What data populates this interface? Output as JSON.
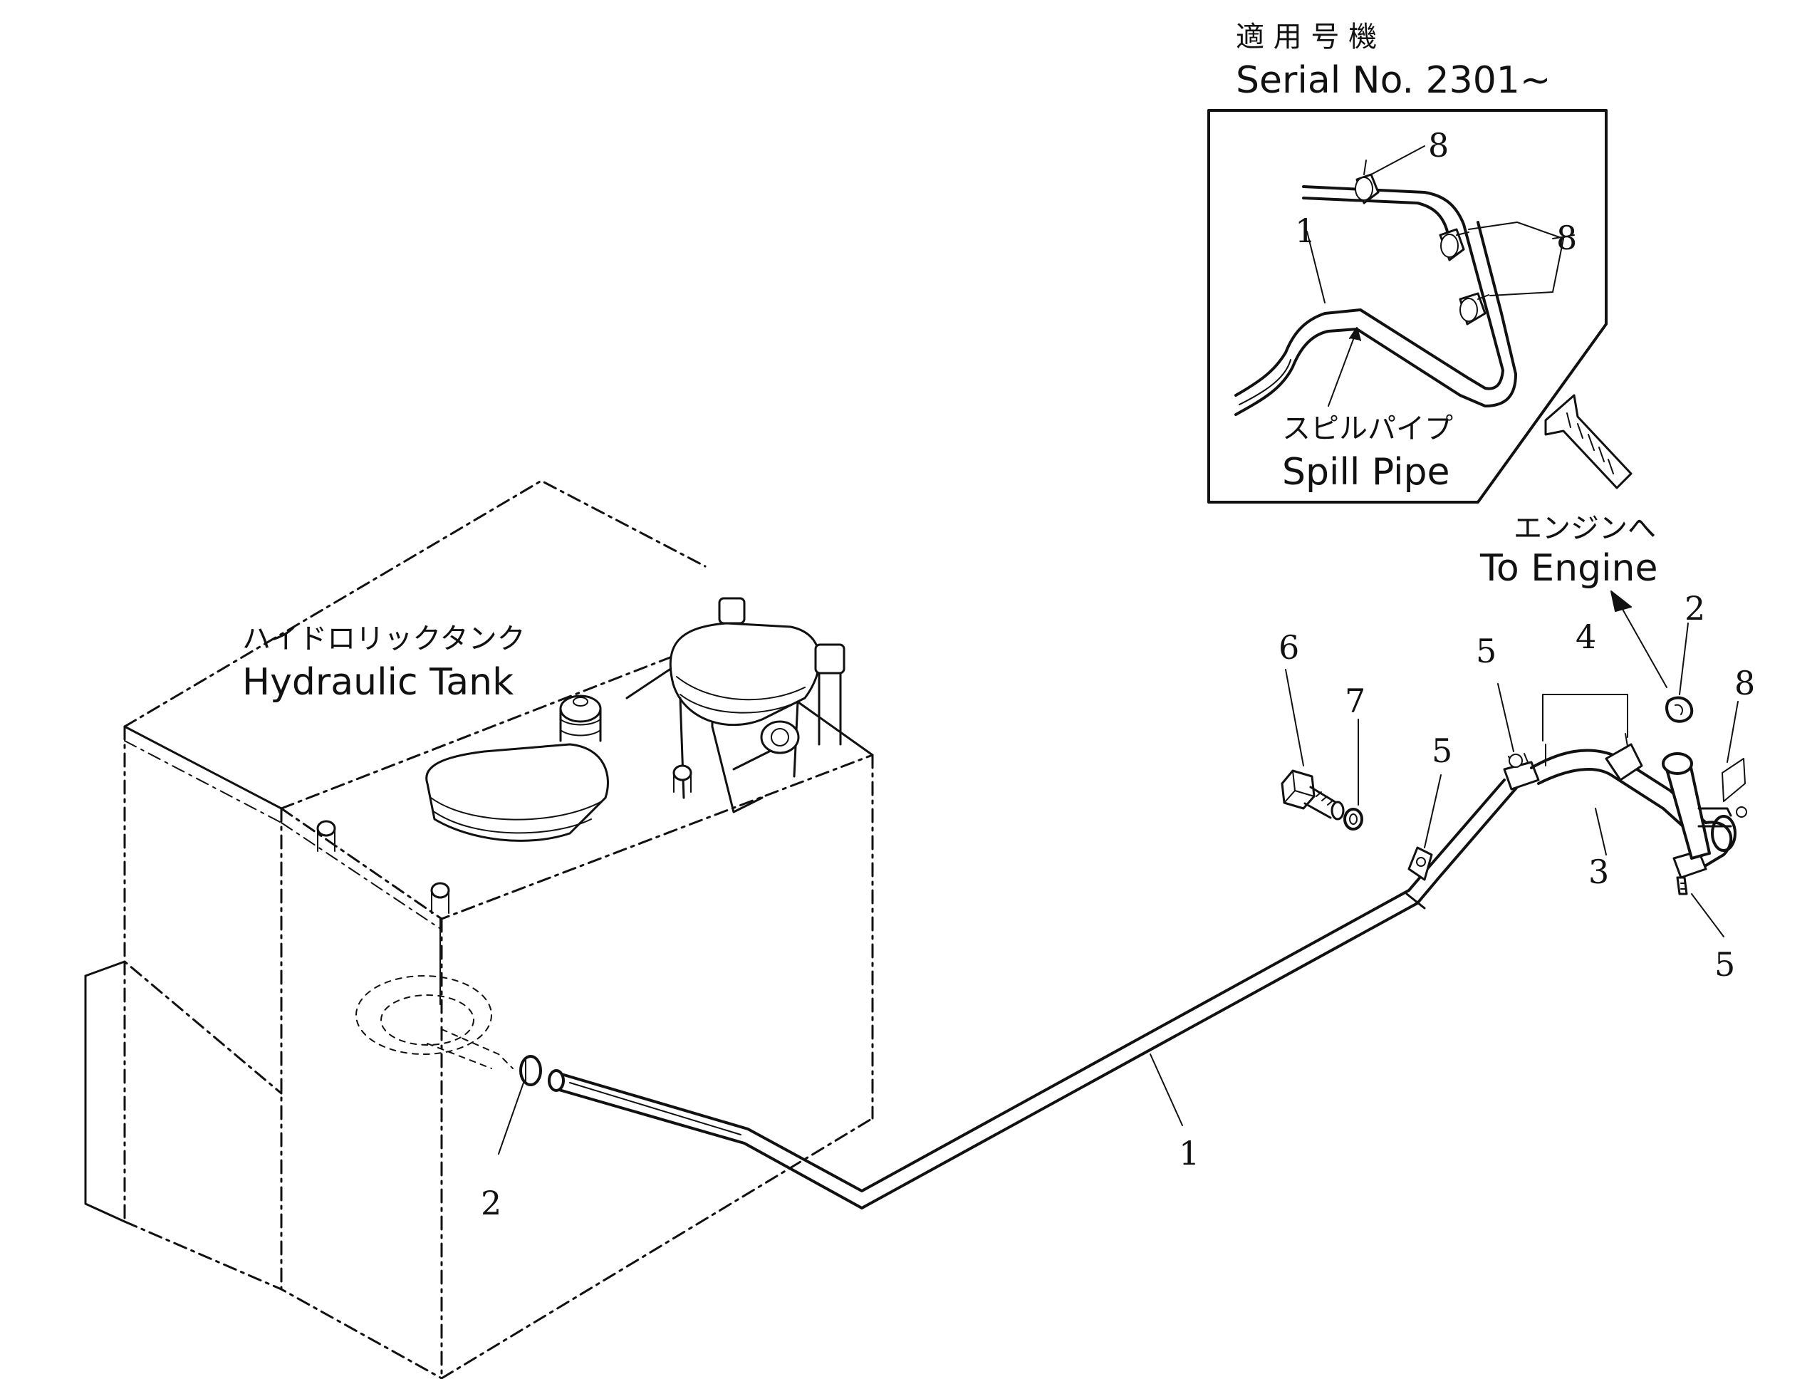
{
  "labels": {
    "tank_jp": "ハイドロリックタンク",
    "tank_en": "Hydraulic Tank",
    "serial_jp": "適 用 号 機",
    "serial_en": "Serial No. 2301~",
    "spill_jp": "スピルパイプ",
    "spill_en": "Spill Pipe",
    "engine_jp": "エンジンへ",
    "engine_en": "To Engine"
  },
  "callouts": {
    "pipe_main": "1",
    "clamp_tank": "2",
    "clamp_top": "2",
    "hose": "3",
    "bracket": "4",
    "clip_mid": "5",
    "clip_top": "5",
    "clip_right": "5",
    "bolt": "6",
    "washer": "7",
    "clip_far_right": "8",
    "inset_pipe": "1",
    "inset_clip_top": "8",
    "inset_clip_pair": "8"
  }
}
